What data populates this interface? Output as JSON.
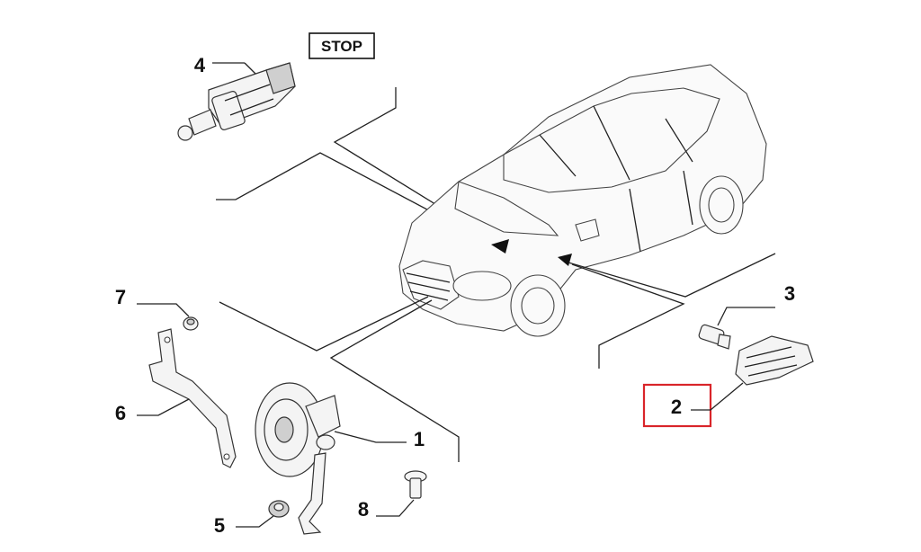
{
  "stop_label": "STOP",
  "callouts": [
    {
      "id": "4",
      "label": "4"
    },
    {
      "id": "3",
      "label": "3"
    },
    {
      "id": "2",
      "label": "2"
    },
    {
      "id": "7",
      "label": "7"
    },
    {
      "id": "6",
      "label": "6"
    },
    {
      "id": "1",
      "label": "1"
    },
    {
      "id": "5",
      "label": "5"
    },
    {
      "id": "8",
      "label": "8"
    }
  ],
  "highlight": {
    "callout": "2",
    "color": "#d9252a"
  },
  "colors": {
    "line": "#222222",
    "background": "#ffffff"
  }
}
